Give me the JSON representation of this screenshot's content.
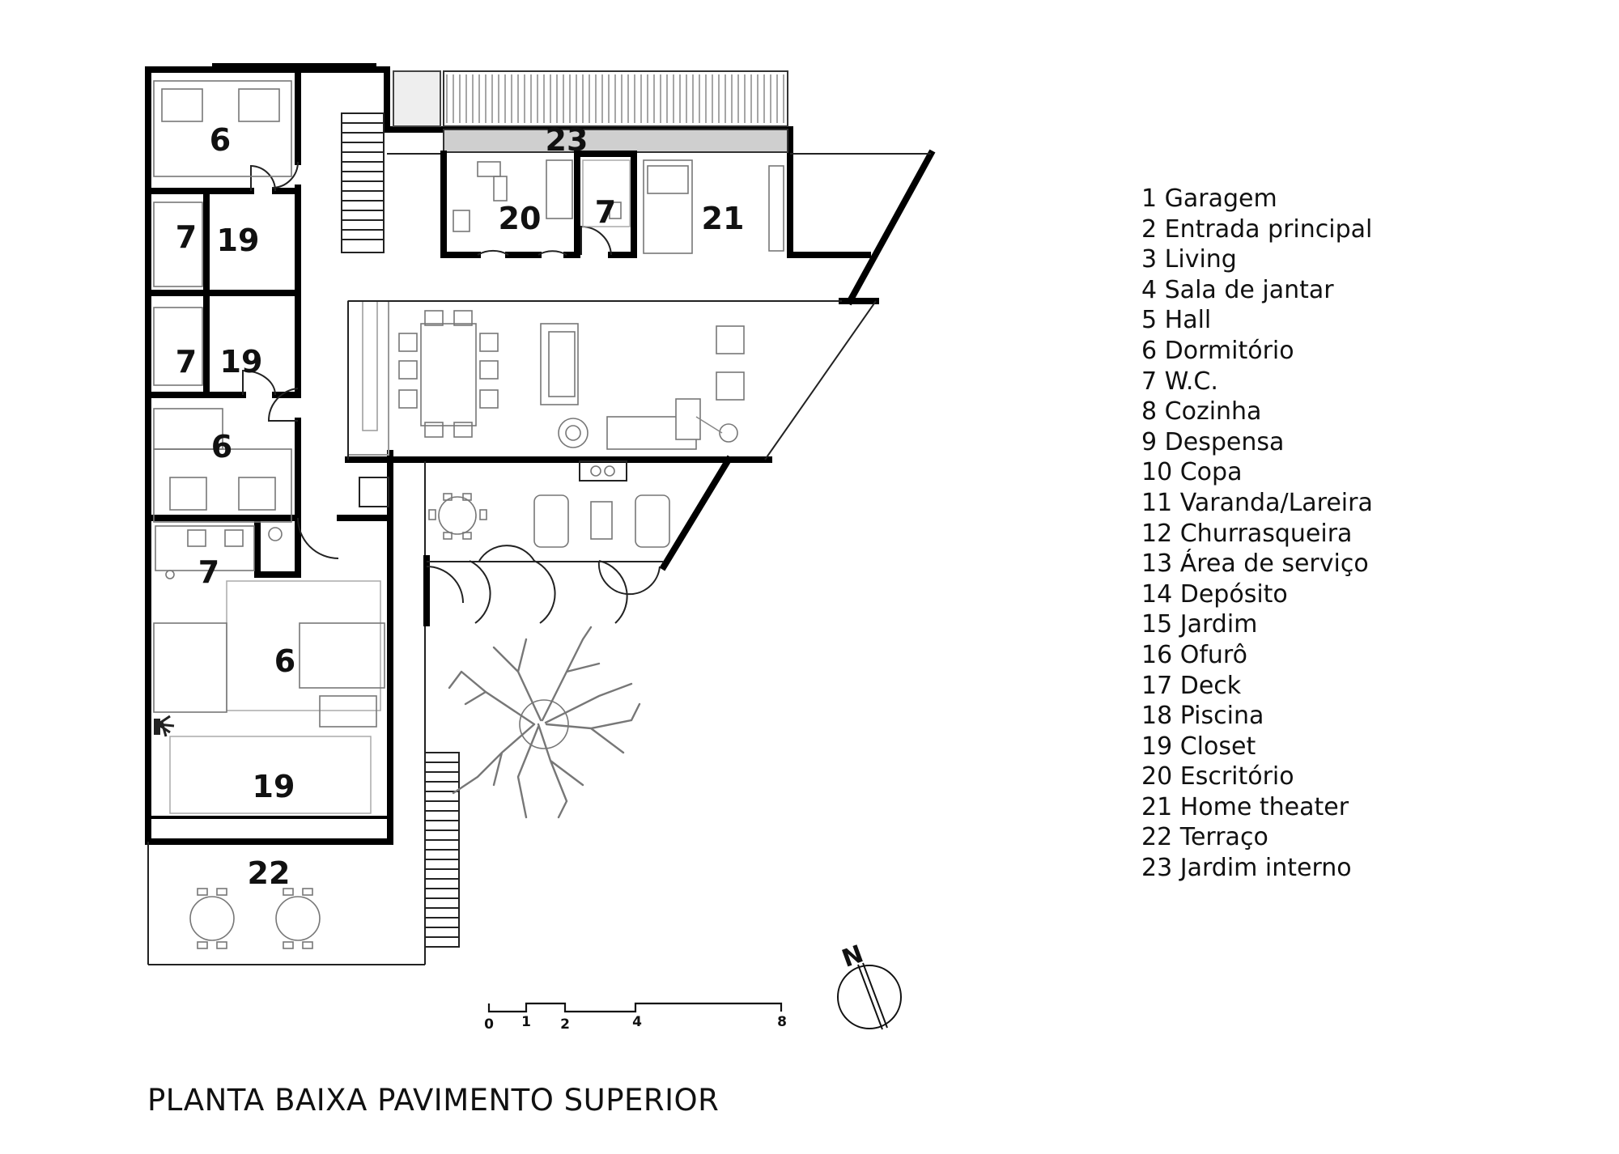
{
  "plan_title": "PLANTA BAIXA PAVIMENTO SUPERIOR",
  "legend": [
    {
      "num": "1",
      "label": "Garagem"
    },
    {
      "num": "2",
      "label": "Entrada principal"
    },
    {
      "num": "3",
      "label": "Living"
    },
    {
      "num": "4",
      "label": "Sala de jantar"
    },
    {
      "num": "5",
      "label": "Hall"
    },
    {
      "num": "6",
      "label": "Dormitório"
    },
    {
      "num": "7",
      "label": "W.C."
    },
    {
      "num": "8",
      "label": "Cozinha"
    },
    {
      "num": "9",
      "label": "Despensa"
    },
    {
      "num": "10",
      "label": "Copa"
    },
    {
      "num": "11",
      "label": "Varanda/Lareira"
    },
    {
      "num": "12",
      "label": "Churrasqueira"
    },
    {
      "num": "13",
      "label": "Área de serviço"
    },
    {
      "num": "14",
      "label": "Depósito"
    },
    {
      "num": "15",
      "label": "Jardim"
    },
    {
      "num": "16",
      "label": "Ofurô"
    },
    {
      "num": "17",
      "label": "Deck"
    },
    {
      "num": "18",
      "label": "Piscina"
    },
    {
      "num": "19",
      "label": "Closet"
    },
    {
      "num": "20",
      "label": "Escritório"
    },
    {
      "num": "21",
      "label": "Home theater"
    },
    {
      "num": "22",
      "label": "Terraço"
    },
    {
      "num": "23",
      "label": "Jardim interno"
    }
  ],
  "room_labels": {
    "dorm_top": "6",
    "wc_1": "7",
    "closet_1": "19",
    "wc_2": "7",
    "closet_2": "19",
    "dorm_mid": "6",
    "wc_suite": "7",
    "dorm_suite": "6",
    "closet_suite": "19",
    "terrace": "22",
    "inner_garden": "23",
    "office": "20",
    "wc_office": "7",
    "home_theater": "21"
  },
  "scale_bar": {
    "ticks": [
      "0",
      "1",
      "2",
      "4",
      "8"
    ]
  },
  "north_label": "N"
}
